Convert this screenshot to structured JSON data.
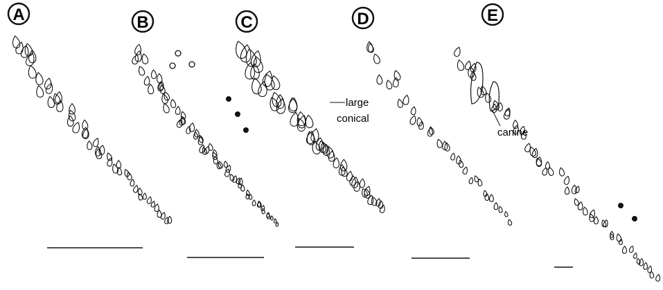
{
  "panels": [
    {
      "letter": "A",
      "annotation": ""
    },
    {
      "letter": "B",
      "annotation": ""
    },
    {
      "letter": "C",
      "annotation_line1": "large",
      "annotation_line2": "conical"
    },
    {
      "letter": "D",
      "annotation": ""
    },
    {
      "letter": "E",
      "annotation_line1": "canine"
    }
  ],
  "colors": {
    "ink": "#111111",
    "background": "#ffffff"
  }
}
